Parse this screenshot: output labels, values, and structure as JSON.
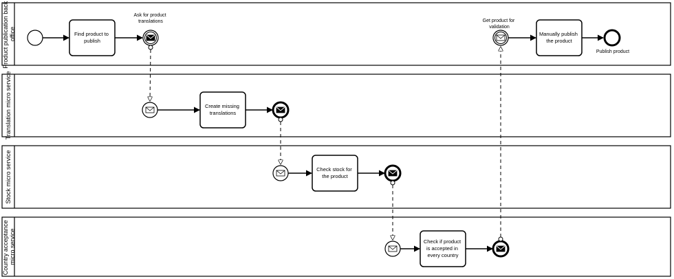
{
  "pools": [
    {
      "id": "backoffice",
      "label_lines": [
        "Product publication back",
        "office"
      ]
    },
    {
      "id": "translation",
      "label_lines": [
        "Translation micro service"
      ]
    },
    {
      "id": "stock",
      "label_lines": [
        "Stock micro service"
      ]
    },
    {
      "id": "country",
      "label_lines": [
        "Country acceptance",
        "micro service"
      ]
    }
  ],
  "tasks": {
    "find_product": [
      "Find product to",
      "publish"
    ],
    "manually_publish": [
      "Manually publish",
      "the product"
    ],
    "create_translations": [
      "Create missing",
      "translations"
    ],
    "check_stock": [
      "Check stock for",
      "the product"
    ],
    "check_country": [
      "Check if product",
      "is accepted in",
      "every country"
    ]
  },
  "event_labels": {
    "ask_translations": [
      "Ask for product",
      "translations"
    ],
    "get_validation": [
      "Get product for",
      "validation"
    ],
    "publish_product": [
      "Publish product"
    ]
  }
}
